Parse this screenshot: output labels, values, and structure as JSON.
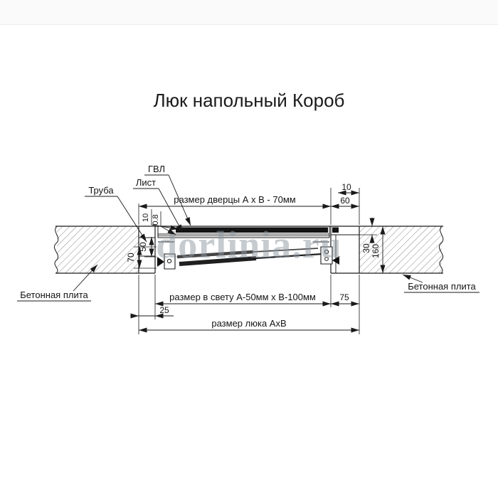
{
  "page": {
    "title": "Люк напольный Короб",
    "watermark": "dorlinia.ru"
  },
  "labels": {
    "gvl": "ГВЛ",
    "sheet": "Лист",
    "pipe": "Труба",
    "concrete_left": "Бетонная плита",
    "concrete_right": "Бетонная плита"
  },
  "dimensions": {
    "door_size": "размер дверцы А х В - 70мм",
    "top_lip": "10",
    "frame_width": "60",
    "gvl_thickness": "10",
    "sheet_thickness": "0.8",
    "left_depth_upper": "50",
    "left_depth_lower": "70",
    "right_rebate": "30",
    "slab_thickness": "160",
    "right_offset": "75",
    "left_offset": "25",
    "clear_size": "размер в свету А-50мм х В-100мм",
    "hatch_size": "размер люка АхВ"
  }
}
